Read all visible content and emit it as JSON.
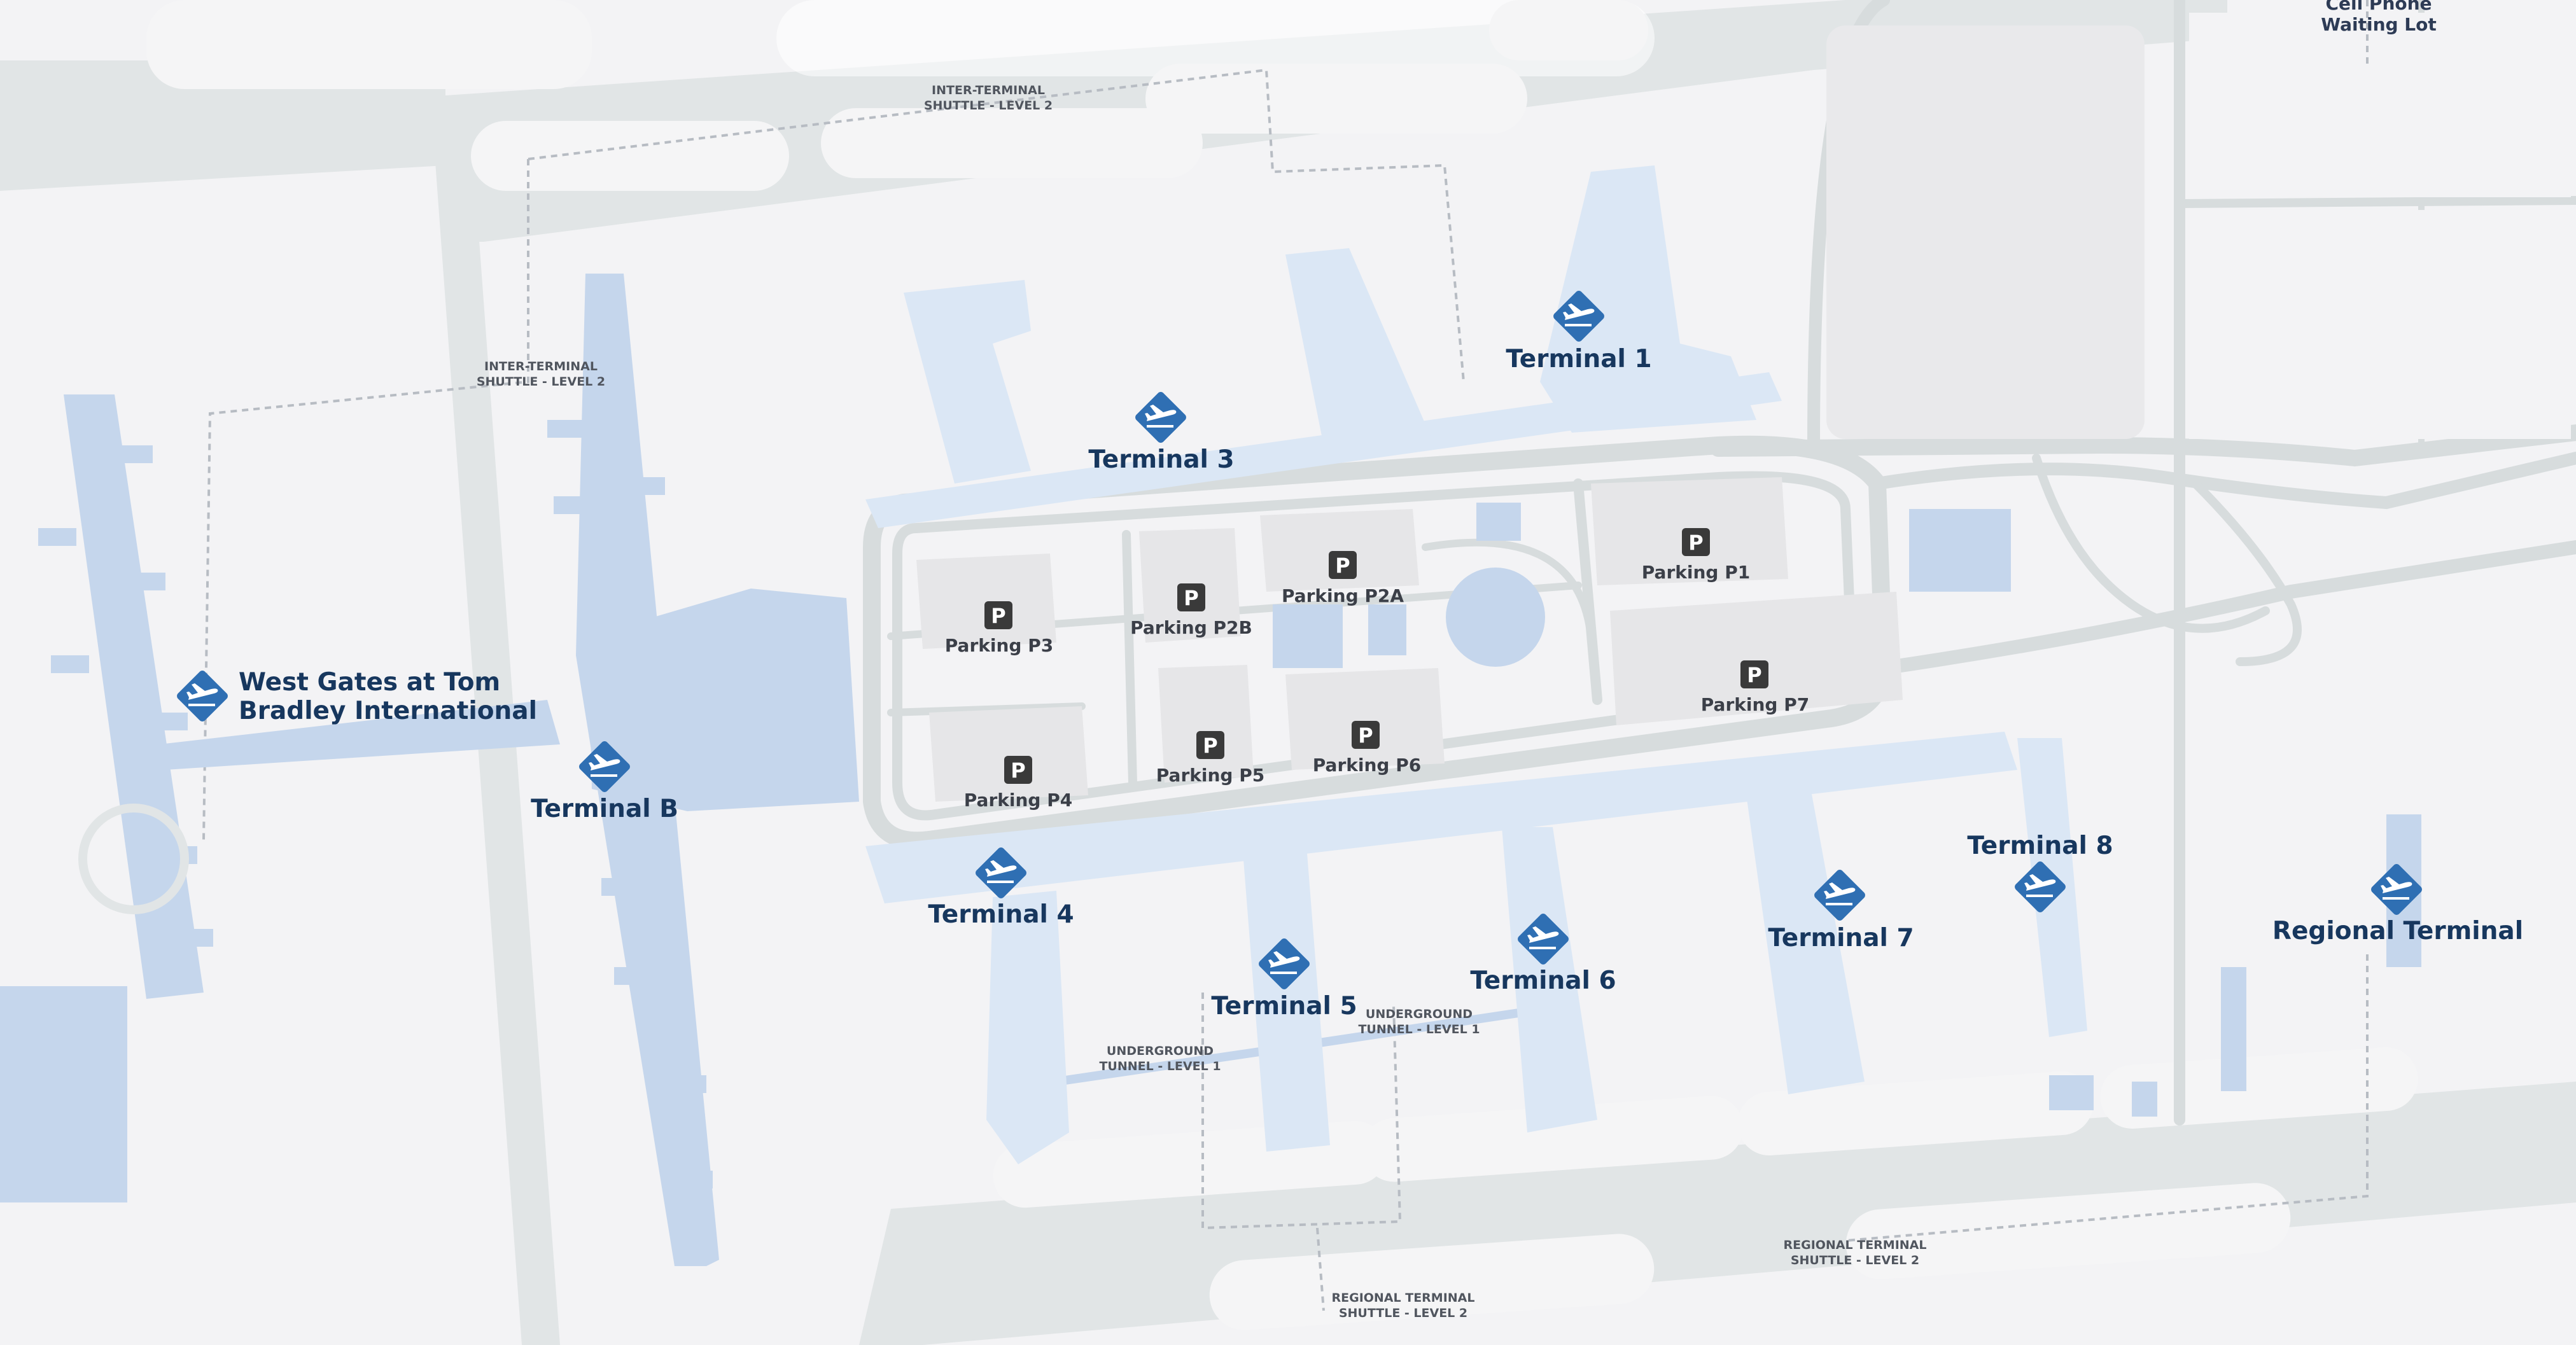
{
  "map": {
    "terminals": [
      {
        "id": "terminal-1",
        "name": "Terminal 1"
      },
      {
        "id": "terminal-2",
        "name": "Terminal 3"
      },
      {
        "id": "terminal-b",
        "name": "Terminal B"
      },
      {
        "id": "west-gates",
        "name_line1": "West Gates at Tom",
        "name_line2": "Bradley International"
      },
      {
        "id": "terminal-4",
        "name": "Terminal 4"
      },
      {
        "id": "terminal-5",
        "name": "Terminal 5"
      },
      {
        "id": "terminal-6",
        "name": "Terminal 6"
      },
      {
        "id": "terminal-7",
        "name": "Terminal 7"
      },
      {
        "id": "terminal-8",
        "name": "Terminal 8"
      },
      {
        "id": "regional-terminal",
        "name": "Regional Terminal"
      }
    ],
    "parking": [
      {
        "id": "p1",
        "name": "Parking P1"
      },
      {
        "id": "p2a",
        "name": "Parking P2A"
      },
      {
        "id": "p2b",
        "name": "Parking P2B"
      },
      {
        "id": "p3",
        "name": "Parking P3"
      },
      {
        "id": "p4",
        "name": "Parking P4"
      },
      {
        "id": "p5",
        "name": "Parking P5"
      },
      {
        "id": "p6",
        "name": "Parking P6"
      },
      {
        "id": "p7",
        "name": "Parking P7"
      }
    ],
    "parking_symbol": "P",
    "shuttle_labels": {
      "north_line1": "INTER-TERMINAL",
      "north_line2": "SHUTTLE - LEVEL 2",
      "west_line1": "INTER-TERMINAL",
      "west_line2": "SHUTTLE - LEVEL 2",
      "tunnel_west_line1": "UNDERGROUND",
      "tunnel_west_line2": "TUNNEL - LEVEL 1",
      "tunnel_east_line1": "UNDERGROUND",
      "tunnel_east_line2": "TUNNEL - LEVEL 1",
      "regional_south_line1": "REGIONAL TERMINAL",
      "regional_south_line2": "SHUTTLE - LEVEL 2",
      "regional_east_line1": "REGIONAL TERMINAL",
      "regional_east_line2": "SHUTTLE - LEVEL 2"
    },
    "cell_phone_lot": {
      "line1": "Cell Phone",
      "line2": "Waiting Lot"
    },
    "icon": "airplane-departure-icon",
    "colors": {
      "background": "#f3f3f5",
      "runway": "#e1e5e6",
      "road": "#d7dcdd",
      "terminal_fill": "#c5d6ec",
      "concourse_fill": "#dbe7f5",
      "marker": "#2f6fb3",
      "label": "#17375e",
      "parking_block": "#e6e6e8",
      "parking_badge": "#3a3a3a"
    }
  }
}
